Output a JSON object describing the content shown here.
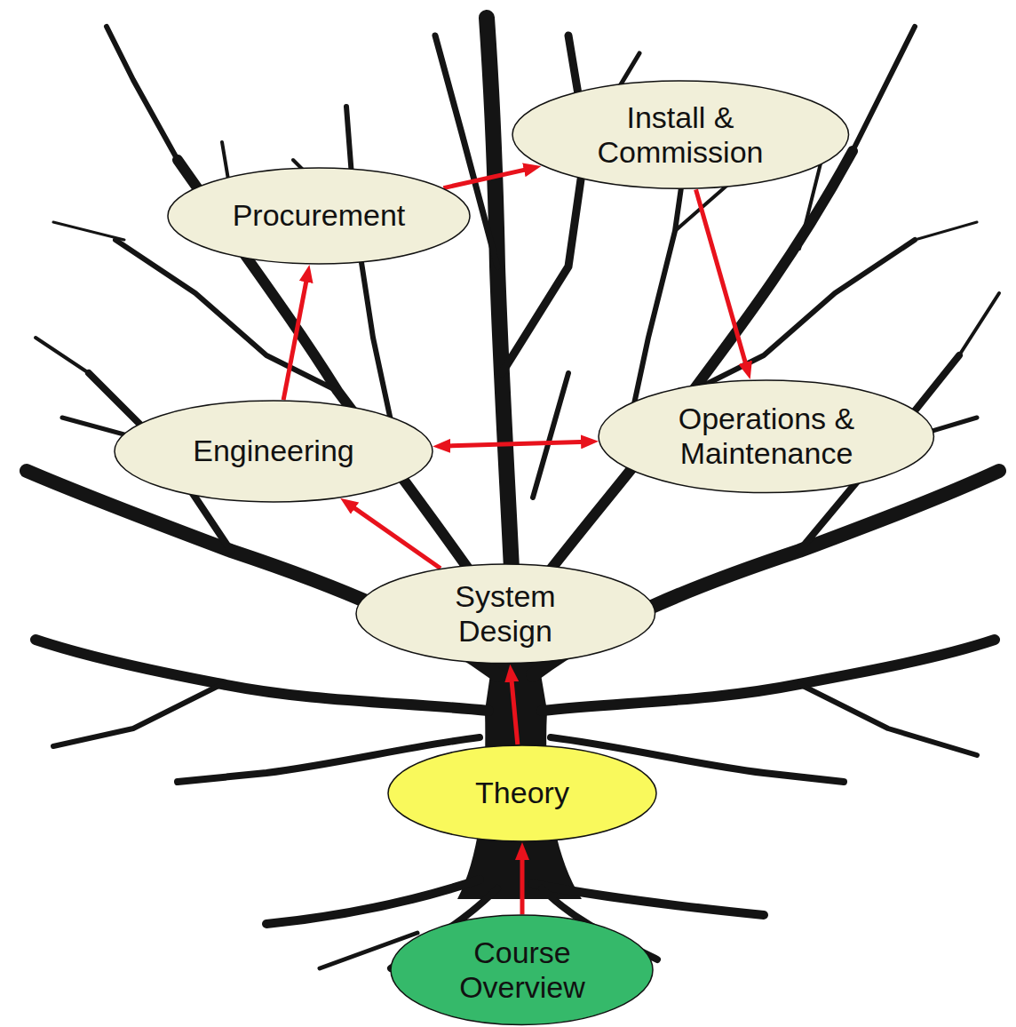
{
  "diagram": {
    "nodes": [
      {
        "text": [
          "Install & Commission"
        ]
      },
      {
        "text": [
          "Procurement"
        ]
      },
      {
        "text": [
          "Engineering"
        ]
      },
      {
        "text": [
          "Operations & Maintenance"
        ]
      },
      {
        "text": [
          "System Design"
        ]
      },
      {
        "text": [
          "Theory"
        ]
      },
      {
        "text": [
          "Course Overview"
        ]
      }
    ],
    "edges": [
      {
        "from": 6,
        "to": 5,
        "arrow": "to"
      },
      {
        "from": 5,
        "to": 4,
        "arrow": "to"
      },
      {
        "from": 4,
        "to": 2,
        "arrow": "to"
      },
      {
        "from": 2,
        "to": 1,
        "arrow": "to"
      },
      {
        "from": 1,
        "to": 0,
        "arrow": "to"
      },
      {
        "from": 0,
        "to": 3,
        "arrow": "to"
      },
      {
        "from": 2,
        "to": 3,
        "arrow": "both"
      }
    ]
  }
}
